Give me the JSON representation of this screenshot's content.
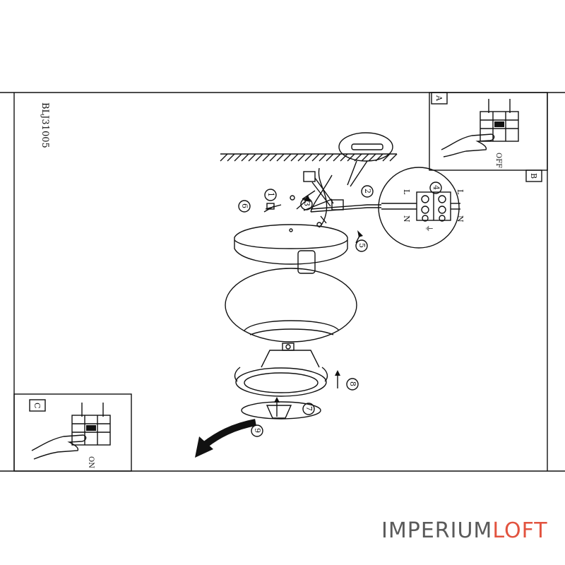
{
  "model_code": "BLJ31005",
  "inset_a": {
    "letter": "A",
    "state": "OFF"
  },
  "inset_b": {
    "letter": "B"
  },
  "inset_c": {
    "letter": "C",
    "state": "ON"
  },
  "terminal_labels": {
    "line_left": "L",
    "line_right": "L",
    "neutral_left": "N",
    "neutral_right": "N"
  },
  "step_labels": [
    "1",
    "2",
    "3",
    "4",
    "5",
    "6",
    "7",
    "8",
    "9"
  ],
  "watermark": {
    "part1": "IMPERIUM",
    "part2": "LOFT",
    "accent_color": "#e2533f"
  }
}
